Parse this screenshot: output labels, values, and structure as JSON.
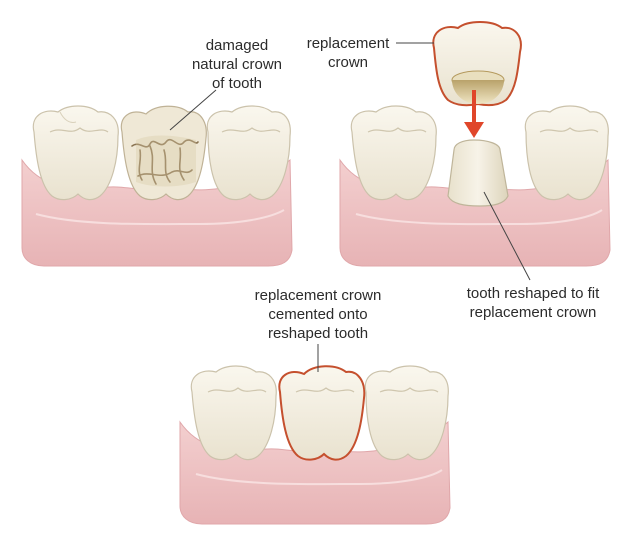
{
  "labels": {
    "damaged_crown": [
      "damaged",
      "natural crown",
      "of tooth"
    ],
    "replacement_crown": [
      "replacement",
      "crown"
    ],
    "reshaped_tooth": [
      "tooth reshaped to fit",
      "replacement crown"
    ],
    "cemented_crown": [
      "replacement crown",
      "cemented onto",
      "reshaped tooth"
    ]
  },
  "colors": {
    "gum": "#f0c6c6",
    "gum_shadow": "#e2a5a8",
    "tooth": "#f5f1e6",
    "tooth_shade": "#e6dfcc",
    "crown_outline": "#c5502e",
    "arrow": "#e0462a",
    "decay": "#8a7452",
    "leader": "#444444"
  }
}
